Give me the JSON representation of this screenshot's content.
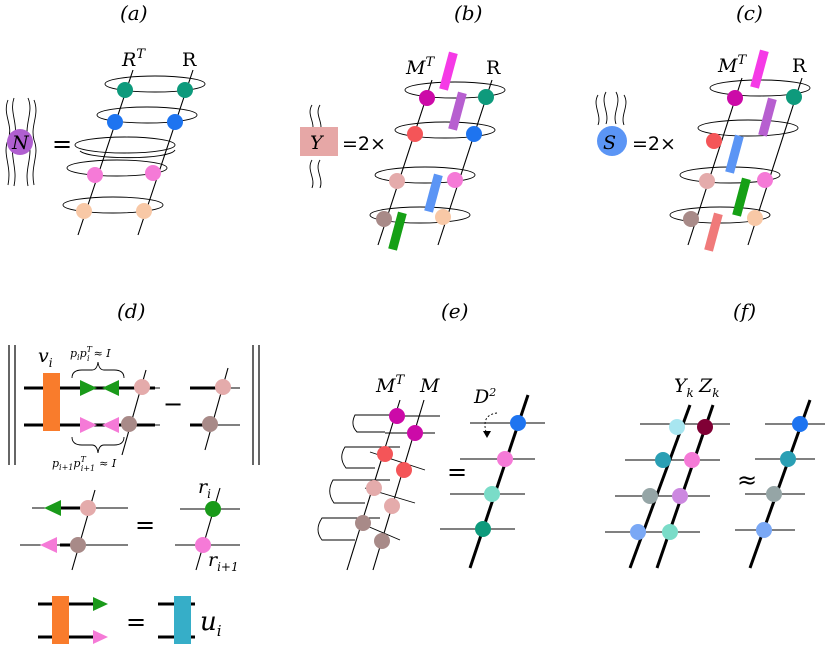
{
  "panels": {
    "a": {
      "label": "(a)",
      "tensor": "N",
      "eq": "=",
      "top_left": "R",
      "top_left_sup": "T",
      "top_right": "R"
    },
    "b": {
      "label": "(b)",
      "tensor": "Y",
      "eq": "=",
      "coef": "2×",
      "top_left": "M",
      "top_left_sup": "T",
      "top_right": "R"
    },
    "c": {
      "label": "(c)",
      "tensor": "S",
      "eq": "=",
      "coef": "2×",
      "top_left": "M",
      "top_left_sup": "T",
      "top_right": "R"
    },
    "d": {
      "label": "(d)",
      "v": "v",
      "v_sub": "i",
      "brace_top": "p",
      "brace_top_tail": "≈ I",
      "brace_bottom": "p",
      "brace_bottom_tail": "≈ I",
      "minus": "−",
      "eq": "=",
      "r_i": "r",
      "r_i_sub": "i",
      "r_i1": "r",
      "r_i1_sub": "i+1",
      "u": "u",
      "u_sub": "i"
    },
    "e": {
      "label": "(e)",
      "left_top": "M",
      "left_top_sup": "T",
      "right_top": "M",
      "eq": "=",
      "arrow_label": "D",
      "arrow_label_sup": "2"
    },
    "f": {
      "label": "(f)",
      "left_top": "Y",
      "left_top_sub": "k",
      "right_top": "Z",
      "right_top_sub": "k",
      "approx": "≈"
    }
  },
  "colors": {
    "N": "#b05fd0",
    "Y": "#e6a7a6",
    "S": "#5b95f5",
    "teal": "#0e9a7c",
    "blue": "#1e74f0",
    "pink": "#f57ad7",
    "peach": "#f8c8a6",
    "magenta": "#cc0aa8",
    "red": "#f45558",
    "rose": "#e4abab",
    "mauve": "#a88a88",
    "green": "#1a9a1a",
    "orange": "#f97c2c",
    "cyan": "#36aec8",
    "violet": "#b85fd0",
    "bar_magenta": "#f53ae6",
    "bar_purple": "#b75fd0",
    "bar_blue": "#5b95f5",
    "bar_green": "#15a015",
    "bar_salmon": "#f07a7a",
    "lightblue": "#a8e6f0",
    "maroon": "#800035",
    "lavender": "#cc88e0",
    "gray": "#95a5a6",
    "periwinkle": "#7aa8f5",
    "mint": "#7adcc8",
    "tealblue": "#2a9fb4"
  }
}
